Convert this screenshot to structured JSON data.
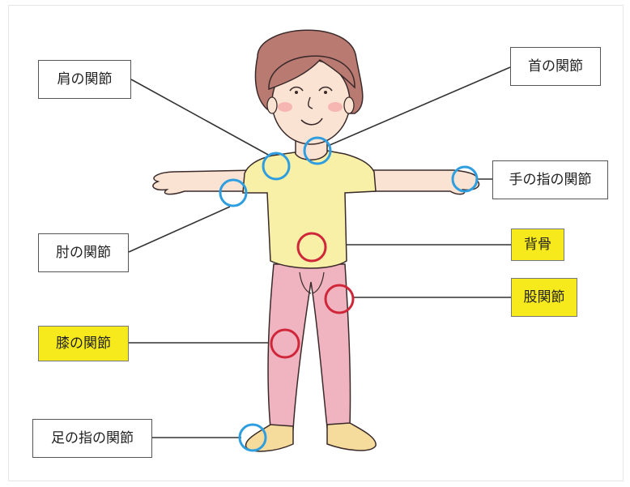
{
  "labels": {
    "shoulder": "肩の関節",
    "neck": "首の関節",
    "finger": "手の指の関節",
    "elbow": "肘の関節",
    "spine": "背骨",
    "hip": "股関節",
    "knee": "膝の関節",
    "toe": "足の指の関節"
  },
  "colors": {
    "blue_marker": "#2e9ee0",
    "red_marker": "#d0263a",
    "highlight": "#f7ea1c",
    "hair": "#b97a72",
    "skin": "#fbe3d3",
    "shirt": "#f8f0a6",
    "pants": "#f0b4c0",
    "shoes": "#f5dc9c"
  }
}
